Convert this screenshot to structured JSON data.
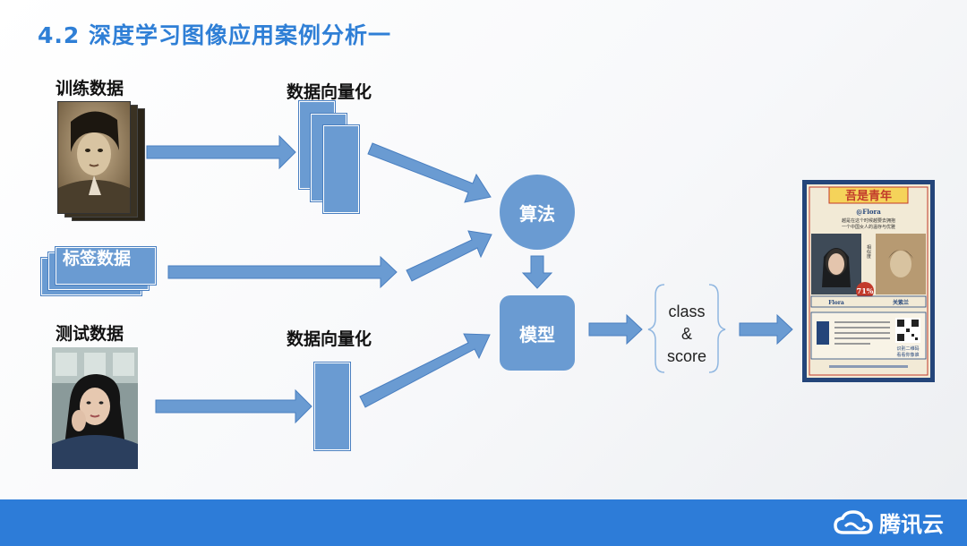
{
  "slide": {
    "title": "4.2 深度学习图像应用案例分析一"
  },
  "labels": {
    "train": "训练数据",
    "vectorize_top": "数据向量化",
    "tag": "标签数据",
    "test": "测试数据",
    "vectorize_bottom": "数据向量化"
  },
  "nodes": {
    "algorithm": "算法",
    "model": "模型"
  },
  "output": {
    "line1": "class",
    "line2": "&",
    "line3": "score"
  },
  "poster": {
    "title": "吾是青年",
    "handle": "@Flora",
    "sub1": "越是在这个时候越要去拥抱",
    "sub2": "一个中国女人的温存与优雅",
    "similar": "相似度",
    "percent": "71%",
    "name_left": "Flora",
    "name_right": "关紫兰",
    "footer1": "识别二维码",
    "footer2": "看看你像谁"
  },
  "footer": {
    "brand": "腾讯云"
  },
  "colors": {
    "accent": "#2f7fd6",
    "box": "#6a9bd2",
    "footer": "#2d7cd8"
  }
}
